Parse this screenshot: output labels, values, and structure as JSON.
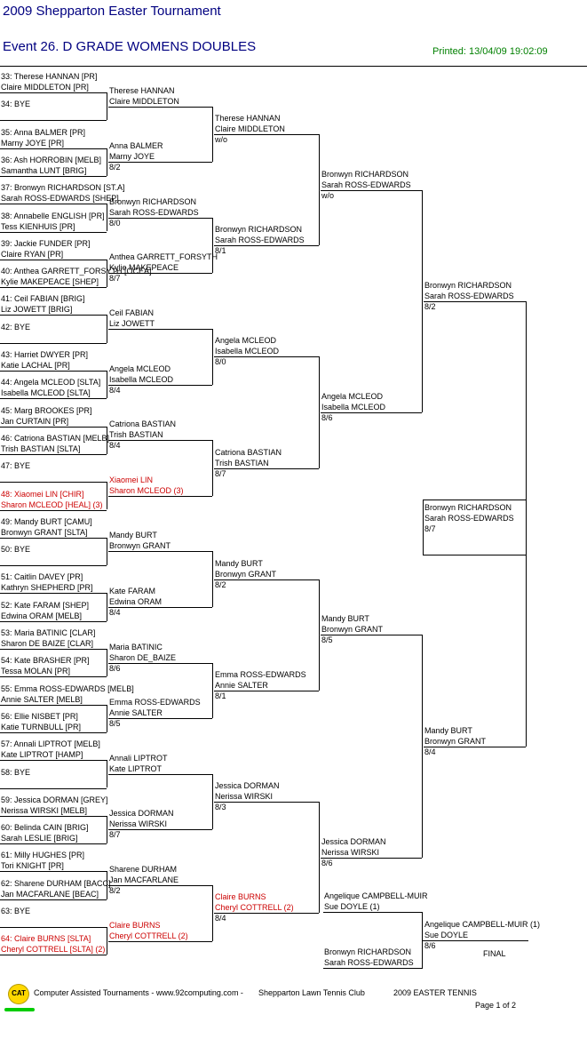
{
  "header": {
    "title": "2009 Shepparton Easter Tournament",
    "event": "Event 26. D GRADE WOMENS DOUBLES",
    "printed": "Printed: 13/04/09 19:02:09"
  },
  "draw": [
    {
      "a": "33: Therese HANNAN [PR]",
      "b": "Claire MIDDLETON [PR]"
    },
    {
      "a": "34: BYE",
      "b": ""
    },
    {
      "a": "35: Anna BALMER [PR]",
      "b": "Marny JOYE [PR]"
    },
    {
      "a": "36: Ash HORROBIN [MELB]",
      "b": "Samantha LUNT [BRIG]"
    },
    {
      "a": "37: Bronwyn RICHARDSON [ST.A]",
      "b": "Sarah ROSS-EDWARDS [SHEP]"
    },
    {
      "a": "38: Annabelle ENGLISH [PR]",
      "b": "Tess KIENHUIS [PR]"
    },
    {
      "a": "39: Jackie FUNDER [PR]",
      "b": "Claire RYAN [PR]"
    },
    {
      "a": "40: Anthea GARRETT_FORSYTH [OCEA]",
      "b": "Kylie MAKEPEACE [SHEP]"
    },
    {
      "a": "41: Ceil FABIAN [BRIG]",
      "b": "Liz JOWETT [BRIG]"
    },
    {
      "a": "42: BYE",
      "b": ""
    },
    {
      "a": "43: Harriet DWYER [PR]",
      "b": "Katie LACHAL [PR]"
    },
    {
      "a": "44: Angela MCLEOD [SLTA]",
      "b": "Isabella MCLEOD [SLTA]"
    },
    {
      "a": "45: Marg BROOKES [PR]",
      "b": "Jan CURTAIN [PR]"
    },
    {
      "a": "46: Catriona BASTIAN [MELB]",
      "b": "Trish BASTIAN [SLTA]"
    },
    {
      "a": "47: BYE",
      "b": ""
    },
    {
      "a": "48: Xiaomei LIN [CHIR]",
      "b": "Sharon MCLEOD [HEAL] (3)",
      "red": true
    },
    {
      "a": "49: Mandy BURT [CAMU]",
      "b": "Bronwyn GRANT [SLTA]"
    },
    {
      "a": "50: BYE",
      "b": ""
    },
    {
      "a": "51: Caitlin DAVEY [PR]",
      "b": "Kathryn SHEPHERD [PR]"
    },
    {
      "a": "52: Kate FARAM [SHEP]",
      "b": "Edwina ORAM [MELB]"
    },
    {
      "a": "53: Maria BATINIC [CLAR]",
      "b": "Sharon DE BAIZE [CLAR]"
    },
    {
      "a": "54: Kate BRASHER [PR]",
      "b": "Tessa MOLAN [PR]"
    },
    {
      "a": "55: Emma ROSS-EDWARDS [MELB]",
      "b": "Annie SALTER [MELB]"
    },
    {
      "a": "56: Ellie NISBET [PR]",
      "b": "Katie TURNBULL [PR]"
    },
    {
      "a": "57: Annali LIPTROT [MELB]",
      "b": "Kate LIPTROT [HAMP]"
    },
    {
      "a": "58: BYE",
      "b": ""
    },
    {
      "a": "59: Jessica DORMAN [GREY]",
      "b": "Nerissa WIRSKI [MELB]"
    },
    {
      "a": "60: Belinda CAIN [BRIG]",
      "b": "Sarah LESLIE [BRIG]"
    },
    {
      "a": "61: Milly HUGHES [PR]",
      "b": "Tori KNIGHT [PR]"
    },
    {
      "a": "62: Sharene DURHAM [BACC]",
      "b": "Jan MACFARLANE [BEAC]"
    },
    {
      "a": "63: BYE",
      "b": ""
    },
    {
      "a": "64: Claire BURNS [SLTA]",
      "b": "Cheryl COTTRELL [SLTA] (2)",
      "red": true
    }
  ],
  "round2": [
    {
      "a": "Therese HANNAN",
      "b": "Claire MIDDLETON",
      "s": ""
    },
    {
      "a": "Anna BALMER",
      "b": "Marny JOYE",
      "s": "8/2"
    },
    {
      "a": "Bronwyn RICHARDSON",
      "b": "Sarah ROSS-EDWARDS",
      "s": "8/0"
    },
    {
      "a": "Anthea GARRETT_FORSYTH",
      "b": "Kylie MAKEPEACE",
      "s": "8/7"
    },
    {
      "a": "Ceil FABIAN",
      "b": "Liz JOWETT",
      "s": ""
    },
    {
      "a": "Angela MCLEOD",
      "b": "Isabella MCLEOD",
      "s": "8/4"
    },
    {
      "a": "Catriona BASTIAN",
      "b": "Trish BASTIAN",
      "s": "8/4"
    },
    {
      "a": "Xiaomei LIN",
      "b": "Sharon MCLEOD (3)",
      "s": "",
      "red": true
    },
    {
      "a": "Mandy BURT",
      "b": "Bronwyn GRANT",
      "s": ""
    },
    {
      "a": "Kate FARAM",
      "b": "Edwina ORAM",
      "s": "8/4"
    },
    {
      "a": "Maria BATINIC",
      "b": "Sharon DE_BAIZE",
      "s": "8/6"
    },
    {
      "a": "Emma ROSS-EDWARDS",
      "b": "Annie SALTER",
      "s": "8/5"
    },
    {
      "a": "Annali LIPTROT",
      "b": "Kate LIPTROT",
      "s": ""
    },
    {
      "a": "Jessica DORMAN",
      "b": "Nerissa WIRSKI",
      "s": "8/7"
    },
    {
      "a": "Sharene DURHAM",
      "b": "Jan MACFARLANE",
      "s": "8/2"
    },
    {
      "a": "Claire BURNS",
      "b": "Cheryl COTTRELL (2)",
      "s": "",
      "red": true
    }
  ],
  "round3": [
    {
      "a": "Therese HANNAN",
      "b": "Claire MIDDLETON",
      "s": "w/o"
    },
    {
      "a": "Bronwyn RICHARDSON",
      "b": "Sarah ROSS-EDWARDS",
      "s": "8/1"
    },
    {
      "a": "Angela MCLEOD",
      "b": "Isabella MCLEOD",
      "s": "8/0"
    },
    {
      "a": "Catriona BASTIAN",
      "b": "Trish BASTIAN",
      "s": "8/7"
    },
    {
      "a": "Mandy BURT",
      "b": "Bronwyn GRANT",
      "s": "8/2"
    },
    {
      "a": "Emma ROSS-EDWARDS",
      "b": "Annie SALTER",
      "s": "8/1"
    },
    {
      "a": "Jessica DORMAN",
      "b": "Nerissa WIRSKI",
      "s": "8/3"
    },
    {
      "a": "Claire BURNS",
      "b": "Cheryl COTTRELL (2)",
      "s": "8/4",
      "red": true
    }
  ],
  "round4": [
    {
      "a": "Bronwyn RICHARDSON",
      "b": "Sarah ROSS-EDWARDS",
      "s": "w/o"
    },
    {
      "a": "Angela MCLEOD",
      "b": "Isabella MCLEOD",
      "s": "8/6"
    },
    {
      "a": "Mandy BURT",
      "b": "Bronwyn GRANT",
      "s": "8/5"
    },
    {
      "a": "Jessica DORMAN",
      "b": "Nerissa WIRSKI",
      "s": "8/6"
    }
  ],
  "round5": [
    {
      "a": "Bronwyn RICHARDSON",
      "b": "Sarah ROSS-EDWARDS",
      "s": "8/2"
    },
    {
      "a": "Mandy BURT",
      "b": "Bronwyn GRANT",
      "s": "8/4"
    }
  ],
  "round6": {
    "a": "Bronwyn RICHARDSON",
    "b": "Sarah ROSS-EDWARDS",
    "s": "8/7"
  },
  "final": {
    "top_a": "Angelique CAMPBELL-MUIR",
    "top_b": "Sue DOYLE (1)",
    "bottom_a": "Bronwyn RICHARDSON",
    "bottom_b": "Sarah ROSS-EDWARDS",
    "winner_a": "Angelique CAMPBELL-MUIR (1)",
    "winner_b": "Sue DOYLE",
    "score": "8/6",
    "label": "FINAL"
  },
  "footer": {
    "logo": "CAT",
    "credit": "Computer Assisted Tournaments - www.92computing.com -",
    "club": "Shepparton Lawn Tennis Club",
    "tournament": "2009 EASTER TENNIS",
    "page": "Page 1 of 2"
  }
}
